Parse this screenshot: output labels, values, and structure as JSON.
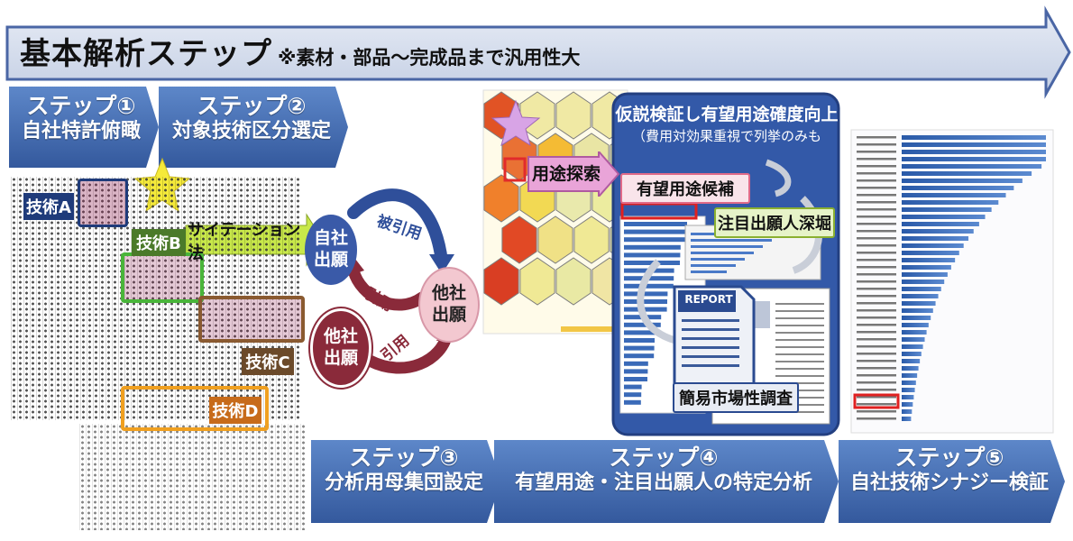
{
  "banner": {
    "title": "基本解析ステップ",
    "subtitle": "※素材・部品～完成品まで汎用性大"
  },
  "steps": [
    {
      "title": "ステップ①",
      "subtitle": "自社特許俯瞰"
    },
    {
      "title": "ステップ②",
      "subtitle": "対象技術区分選定"
    },
    {
      "title": "ステップ③",
      "subtitle": "分析用母集団設定"
    },
    {
      "title": "ステップ④",
      "subtitle": "有望用途・注目出願人の特定分析"
    },
    {
      "title": "ステップ⑤",
      "subtitle": "自社技術シナジー検証"
    }
  ],
  "tech_tags": {
    "a": "技術A",
    "b": "技術B",
    "c": "技術C",
    "d": "技術D"
  },
  "citation_label": "サイテーション法",
  "citation": {
    "own_filing": "自社\n出願",
    "other_filing_right": "他社\n出願",
    "other_filing_left": "他社\n出願",
    "cited": "被引用",
    "cite_1": "引用",
    "cite_2": "引用"
  },
  "step4": {
    "panel_title": "仮説検証し有望用途確度向上",
    "panel_note": "（費用対効果重視で列挙のみも",
    "use_search": "用途探索",
    "promising_use": "有望用途候補",
    "applicant_dig": "注目出願人深堀",
    "report": "REPORT",
    "market_survey": "簡易市場性調査"
  },
  "colors": {
    "step_blue": "#3f6cb5",
    "banner_fill": "#d3dcec",
    "tech_a": "#1f3b7a",
    "tech_b": "#4b7a2a",
    "tech_c": "#6b4a2a",
    "tech_d": "#c76b1a",
    "citation_green": "#c8e84a",
    "maroon": "#8a2a3a",
    "panel_blue": "#3359a8"
  }
}
